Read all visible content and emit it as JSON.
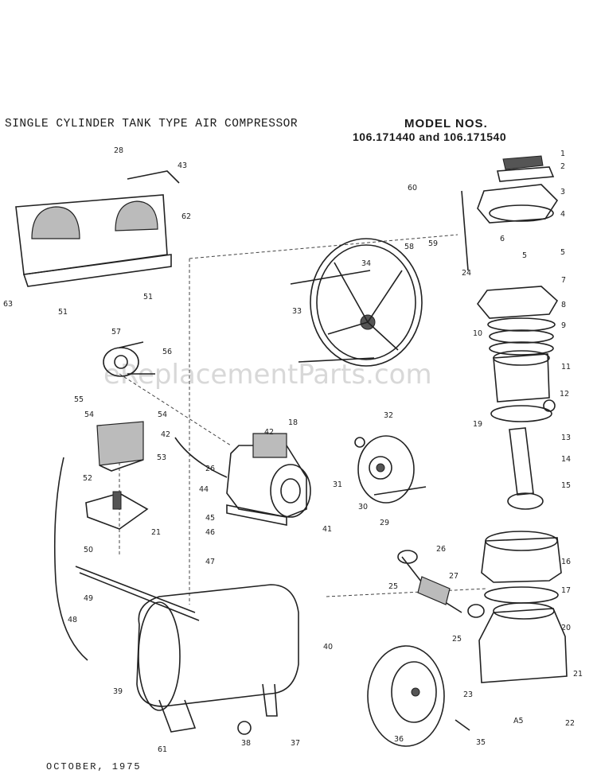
{
  "header": {
    "title": "SINGLE CYLINDER TANK TYPE AIR COMPRESSOR",
    "model_heading": "MODEL NOS.",
    "model_numbers": "106.171440 and 106.171540"
  },
  "footer": {
    "date": "OCTOBER, 1975"
  },
  "watermark": "eReplacementParts.com",
  "part_labels": [
    "1",
    "2",
    "3",
    "4",
    "5",
    "5",
    "6",
    "7",
    "8",
    "9",
    "10",
    "11",
    "12",
    "13",
    "14",
    "15",
    "16",
    "17",
    "18",
    "19",
    "20",
    "21",
    "21",
    "22",
    "23",
    "24",
    "25",
    "25",
    "26",
    "26",
    "27",
    "28",
    "29",
    "30",
    "31",
    "32",
    "33",
    "34",
    "35",
    "36",
    "37",
    "38",
    "39",
    "40",
    "41",
    "42",
    "42",
    "43",
    "44",
    "45",
    "46",
    "47",
    "48",
    "49",
    "50",
    "51",
    "51",
    "52",
    "53",
    "54",
    "54",
    "55",
    "56",
    "57",
    "58",
    "59",
    "60",
    "61",
    "62",
    "63",
    "A5"
  ],
  "icons": [
    "belt-guard-icon",
    "flywheel-icon",
    "motor-icon",
    "pressure-switch-icon",
    "tank-icon",
    "wheel-icon",
    "cylinder-head-icon",
    "piston-icon",
    "crankcase-icon"
  ]
}
